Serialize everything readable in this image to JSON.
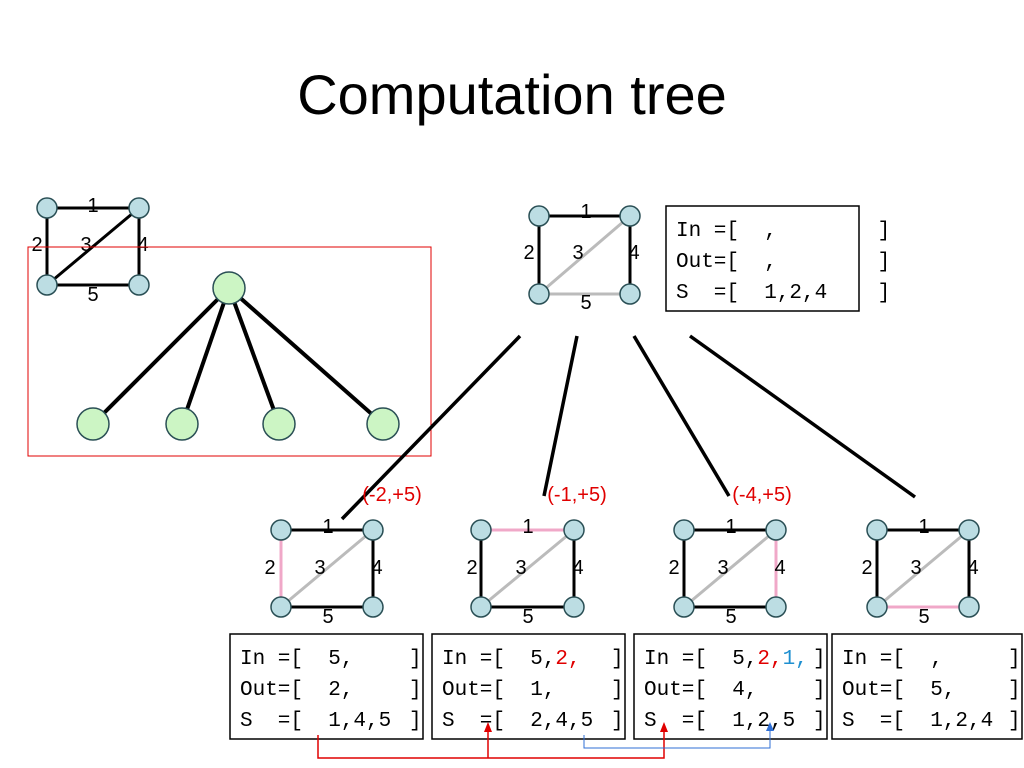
{
  "title": "Computation tree",
  "node_labels": [
    "1",
    "2",
    "3",
    "4",
    "5"
  ],
  "colors": {
    "node_fill": "#bcdde3",
    "tree_node_fill": "#ccf5c4",
    "pink": "#f0a8c8",
    "grey": "#bbbbbb",
    "red": "#e00000",
    "blue": "#2f6fd6",
    "box": "#e00000"
  },
  "root_state": {
    "in": "In =[  ,        ]",
    "out": "Out=[  ,        ]",
    "s": "S  =[  1,2,4    ]"
  },
  "moves": [
    "(-2,+5)",
    "(-1,+5)",
    "(-4,+5)"
  ],
  "children": [
    {
      "in": [
        "In =[  5,",
        "",
        ""
      ],
      "out": "Out=[  2,",
      "s": "S  =[  1,4,5",
      "close": "]"
    },
    {
      "in": [
        "In =[  5,",
        "2,",
        ""
      ],
      "out": "Out=[  1,",
      "s": "S  =[  2,4,5",
      "close": "]"
    },
    {
      "in": [
        "In =[  5,",
        "2,",
        "1,"
      ],
      "out": "Out=[  4,",
      "s": "S  =[  1,2,5",
      "close": "]"
    },
    {
      "in": [
        "In =[  ,",
        "",
        ""
      ],
      "out": "Out=[  5,",
      "s": "S  =[  1,2,4",
      "close": "]"
    }
  ]
}
